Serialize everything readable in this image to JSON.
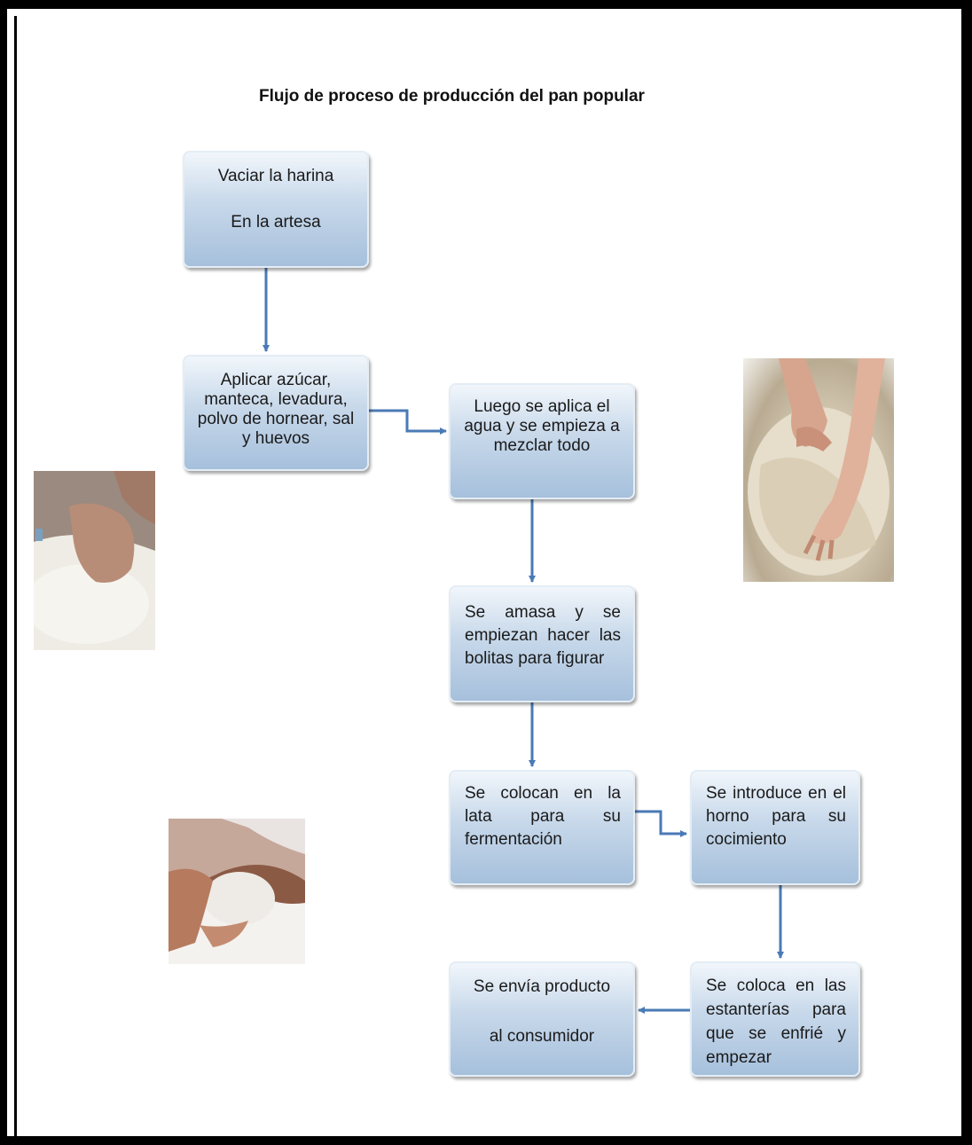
{
  "title": "Flujo de proceso de producción del pan popular",
  "boxes": {
    "b1": {
      "line1": "Vaciar la harina",
      "line2": "En la artesa"
    },
    "b2": {
      "text": "Aplicar azúcar, manteca, levadura, polvo de hornear, sal y huevos"
    },
    "b3": {
      "text": "Luego se aplica el agua y se empieza a mezclar todo"
    },
    "b4": {
      "text": "Se amasa y se empiezan hacer las bolitas para figurar"
    },
    "b5": {
      "text": "Se colocan en la lata para su fermentación"
    },
    "b6": {
      "text": "Se introduce en el horno para su cocimiento"
    },
    "b7": {
      "text": "Se coloca en las estanterías para que se enfrié y empezar"
    },
    "b8": {
      "line1": "Se envía producto",
      "line2": "al consumidor"
    }
  },
  "colors": {
    "arrow": "#4a7ab5",
    "box_top": "#f1f6fb",
    "box_bottom": "#a6c0dc"
  }
}
